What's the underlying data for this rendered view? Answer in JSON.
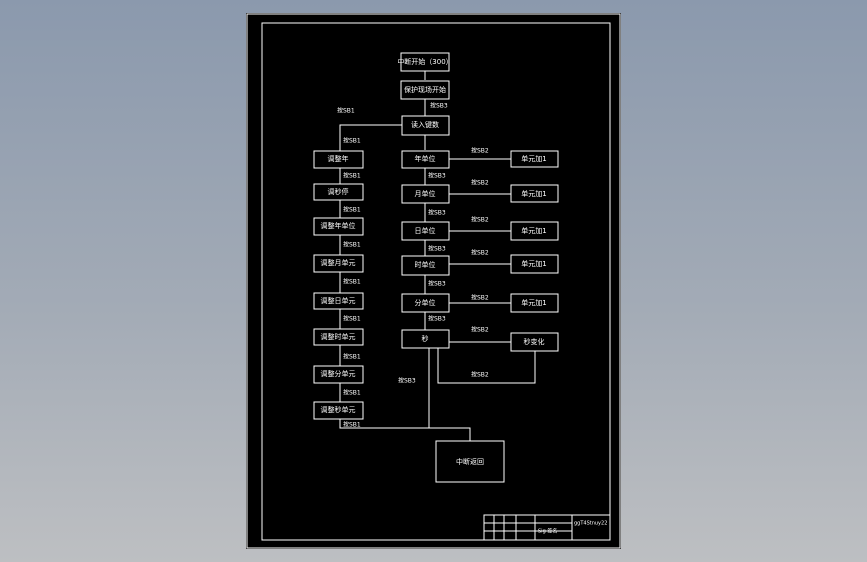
{
  "flowchart": {
    "start": "中断开始（300）",
    "protect": "保护现场开始",
    "read_key": "读入键数",
    "center": [
      "年单位",
      "月单位",
      "日单位",
      "时单位",
      "分单位",
      "秒"
    ],
    "left": [
      "调整年",
      "调秒停",
      "调整年单位",
      "调整月单元",
      "调整日单元",
      "调整时单元",
      "调整分单元",
      "调整秒单元"
    ],
    "right": [
      "单元加1",
      "单元加1",
      "单元加1",
      "单元加1",
      "单元加1",
      "秒变化"
    ],
    "end": "中断返回",
    "key_left": "按SB1",
    "key_center": "按SB3",
    "key_right": "按SB2",
    "key_read_left": "按SB1"
  },
  "title_block": {
    "code": "ggT4Stnuy22",
    "sig": "Sig 签名"
  }
}
